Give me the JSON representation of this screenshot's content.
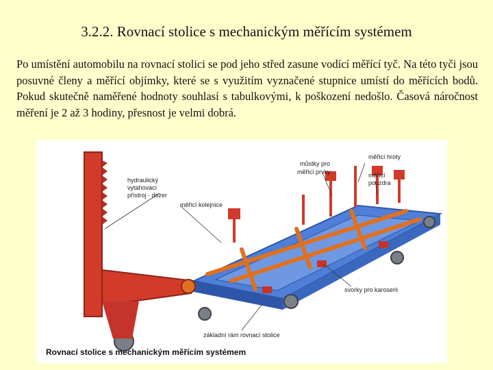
{
  "slide": {
    "title": "3.2.2. Rovnací stolice s mechanickým měřícím systémem",
    "paragraph": "Po umístění automobilu na rovnací stolici se pod jeho střed zasune vodící měřící tyč. Na této tyči jsou posuvné členy a měřící objímky, které se s využitím vyznačené stupnice umístí do měřících bodů. Pokud skutečně naměřené hodnoty souhlasí s tabulkovými, k poškození nedošlo. Časová náročnost měření je 2 až 3 hodiny, přesnost je velmi dobrá."
  },
  "figure": {
    "caption": "Rovnací stolice s mechanickým měřícím systémem",
    "labels": {
      "hydraulic_1": "hydraulický",
      "hydraulic_2": "vytahovací",
      "hydraulic_3": "přístroj - dozer",
      "rails": "měřicí kolejnice",
      "bridges_1": "můstky pro",
      "bridges_2": "měřicí prvky",
      "tips": "měřicí hroty",
      "sleeves_1": "měřicí",
      "sleeves_2": "pouzdra",
      "clamps": "svorky pro karoserii",
      "frame": "základní rám rovnací stolice"
    },
    "colors": {
      "frame_blue": "#4F7FD6",
      "frame_blue_dark": "#2E56A8",
      "measuring_orange": "#E0701F",
      "measuring_red": "#D23A2A",
      "wheel_gray": "#7A7F88"
    }
  }
}
